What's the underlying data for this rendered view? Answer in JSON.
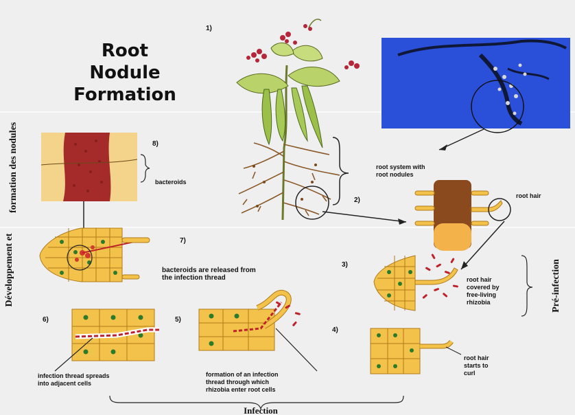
{
  "title": {
    "line1": "Root",
    "line2": "Nodule",
    "line3": "Formation"
  },
  "steps": {
    "s1": "1)",
    "s2": "2)",
    "s3": "3)",
    "s4": "4)",
    "s5": "5)",
    "s6": "6)",
    "s7": "7)",
    "s8": "8)"
  },
  "labels": {
    "bacteroids": "bacteroids",
    "root_system_l1": "root system with",
    "root_system_l2": "root nodules",
    "root_hair": "root hair",
    "released_l1": "bacteroids are released from",
    "released_l2": "the infection thread",
    "covered_l1": "root hair",
    "covered_l2": "covered by",
    "covered_l3": "free-living",
    "covered_l4": "rhizobia",
    "curl_l1": "root hair",
    "curl_l2": "starts to",
    "curl_l3": "curl",
    "spreads_l1": "infection thread spreads",
    "spreads_l2": "into adjacent cells",
    "formation_l1": "formation of an infection",
    "formation_l2": "thread through which",
    "formation_l3": "rhizobia enter root cells"
  },
  "side_labels": {
    "left_top": "formation des nodules",
    "left_bottom": "Développement et",
    "right": "Pré-infection",
    "bottom": "Infection"
  },
  "colors": {
    "cell_fill": "#f3c24a",
    "cell_border": "#b07a1a",
    "nucleus": "#2c7a2c",
    "bacteria": "#c0202a",
    "leaf": "#b9d36a",
    "photo_bg": "#2a4fd8",
    "root_brown": "#8a4a1e"
  }
}
